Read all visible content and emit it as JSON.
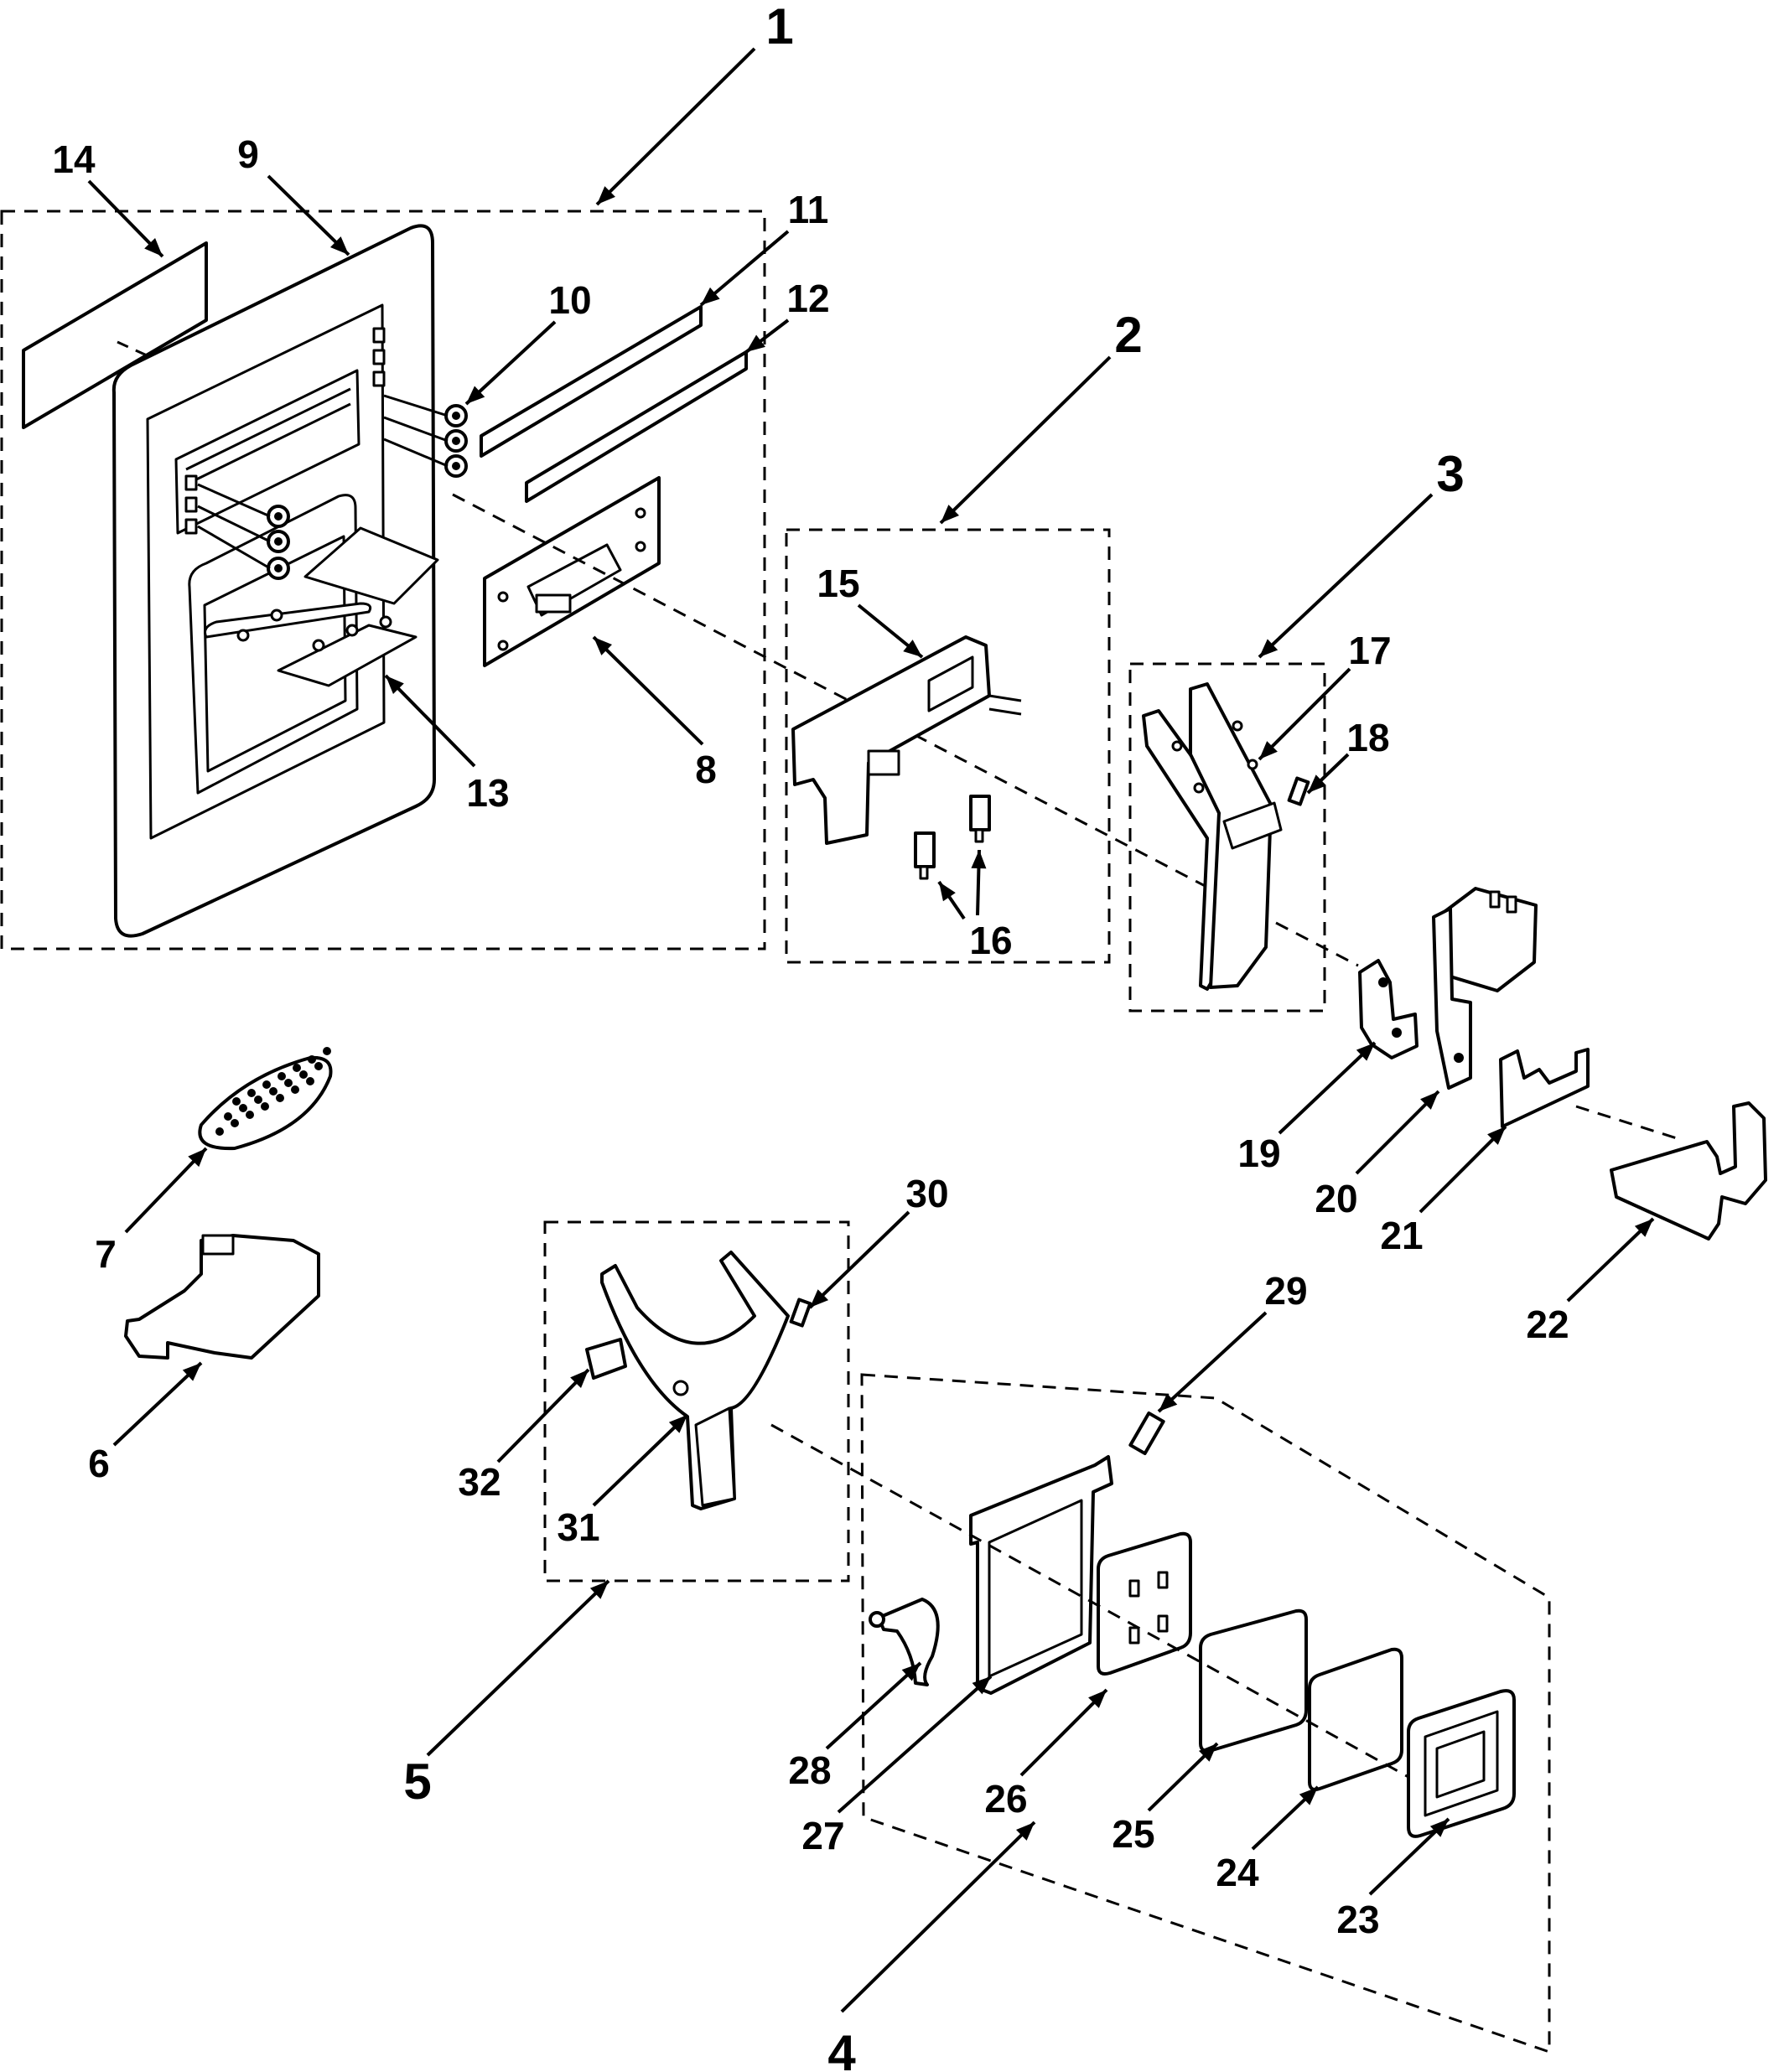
{
  "diagram": {
    "type": "exploded-parts-diagram",
    "labels": {
      "a1": "1",
      "a2": "2",
      "a3": "3",
      "a4": "4",
      "a5": "5",
      "p6": "6",
      "p7": "7",
      "p8": "8",
      "p9": "9",
      "p10": "10",
      "p11": "11",
      "p12": "12",
      "p13": "13",
      "p14": "14",
      "p15": "15",
      "p16": "16",
      "p17": "17",
      "p18": "18",
      "p19": "19",
      "p20": "20",
      "p21": "21",
      "p22": "22",
      "p23": "23",
      "p24": "24",
      "p25": "25",
      "p26": "26",
      "p27": "27",
      "p28": "28",
      "p29": "29",
      "p30": "30",
      "p31": "31",
      "p32": "32"
    }
  }
}
